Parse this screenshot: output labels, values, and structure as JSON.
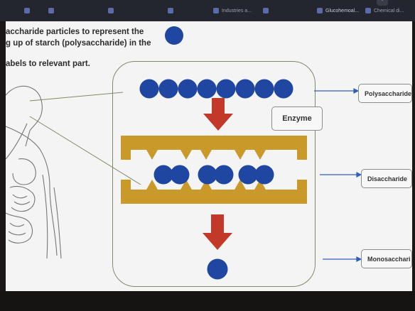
{
  "browser": {
    "tabs": [
      {
        "label": "Industries a..."
      },
      {
        "label": "Glucohemoal..."
      },
      {
        "label": "Chemical di..."
      }
    ]
  },
  "slide": {
    "instruction_line1": "accharide particles to represent the",
    "instruction_line2": "g up of starch (polysaccharide) in the",
    "instruction_line3": "abels to relevant part.",
    "enzyme_label": "Enzyme",
    "labels": {
      "polysaccharide": "Polysaccharide",
      "disaccharide": "Disaccharide",
      "monosaccharide": "Monosacchari"
    }
  },
  "colors": {
    "particle": "#1f46a0",
    "enzyme": "#c99a2a",
    "arrow": "#c2392a",
    "arrow_line": "#2f5fc0"
  }
}
